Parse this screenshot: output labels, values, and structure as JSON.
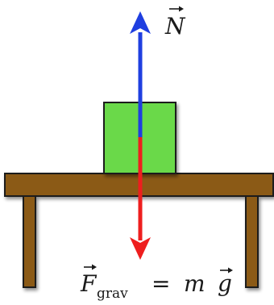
{
  "labels": {
    "normal_force": {
      "symbol": "N"
    },
    "gravity_force": {
      "symbol": "F",
      "subscript": "grav",
      "equals": "=",
      "mass": "m",
      "g": "g"
    }
  },
  "colors": {
    "normal_force_arrow": "#1f3fe0",
    "gravity_force_arrow": "#ee1e1e",
    "block_fill": "#6ad94a",
    "table_wood": "#8b5a14",
    "outline": "#1a1a1a"
  }
}
